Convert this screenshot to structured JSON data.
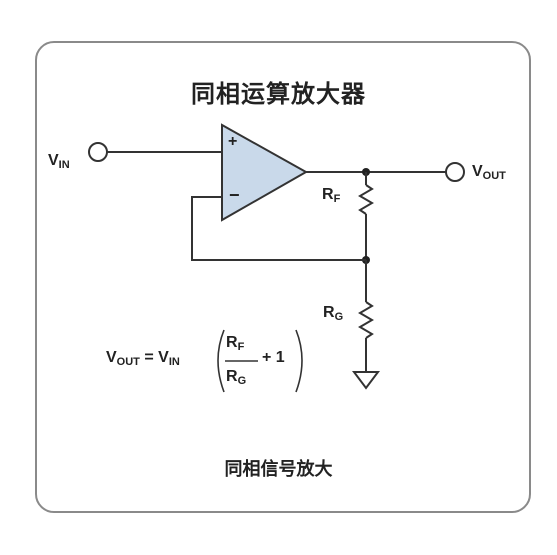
{
  "title": "同相运算放大器",
  "caption": "同相信号放大",
  "inputs": {
    "vin": {
      "main": "V",
      "sub": "IN"
    }
  },
  "outputs": {
    "vout": {
      "main": "V",
      "sub": "OUT"
    }
  },
  "op_amp": {
    "plus": "+",
    "minus": "−",
    "fill": "#c9d9ea"
  },
  "resistors": {
    "rf": {
      "main": "R",
      "sub": "F"
    },
    "rg": {
      "main": "R",
      "sub": "G"
    }
  },
  "equation": {
    "lhs_main": "V",
    "lhs_sub": "OUT",
    "equals": " = ",
    "rhs_main": "V",
    "rhs_sub": "IN",
    "num_main": "R",
    "num_sub": "F",
    "den_main": "R",
    "den_sub": "G",
    "plus_one": "+ 1"
  }
}
